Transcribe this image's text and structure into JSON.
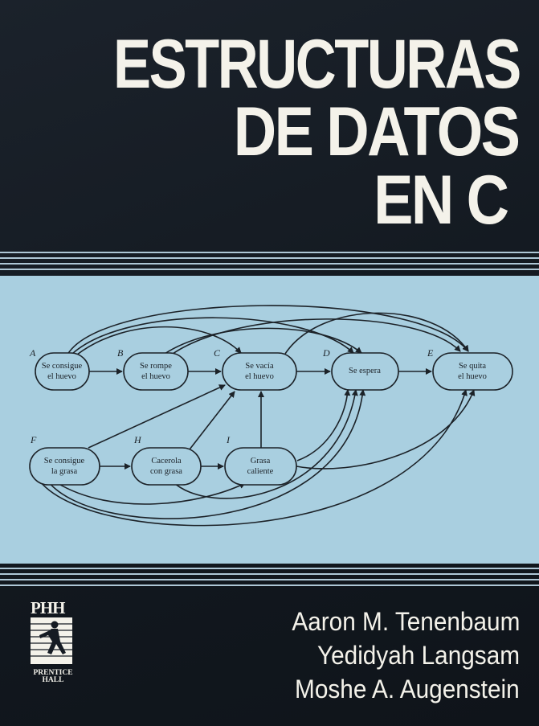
{
  "title": {
    "line1": "ESTRUCTURAS",
    "line2": "DE DATOS",
    "line3": "EN C"
  },
  "diagram": {
    "nodes": [
      {
        "letter": "A",
        "line1": "Se consigue",
        "line2": "el huevo"
      },
      {
        "letter": "B",
        "line1": "Se rompe",
        "line2": "el huevo"
      },
      {
        "letter": "C",
        "line1": "Se vacía",
        "line2": "el huevo"
      },
      {
        "letter": "D",
        "line1": "Se espera",
        "line2": ""
      },
      {
        "letter": "E",
        "line1": "Se quita",
        "line2": "el huevo"
      },
      {
        "letter": "F",
        "line1": "Se consigue",
        "line2": "la grasa"
      },
      {
        "letter": "H",
        "line1": "Cacerola",
        "line2": "con grasa"
      },
      {
        "letter": "I",
        "line1": "Grasa",
        "line2": "caliente"
      }
    ]
  },
  "publisher": {
    "mark": "PHH",
    "name_line1": "PRENTICE",
    "name_line2": "HALL"
  },
  "authors": [
    "Aaron M. Tenenbaum",
    "Yedidyah Langsam",
    "Moshe A. Augenstein"
  ],
  "colors": {
    "background": "#151b23",
    "panel": "#a9cfe0",
    "text_light": "#f4f2ea",
    "stripe": "#aec7d6"
  }
}
